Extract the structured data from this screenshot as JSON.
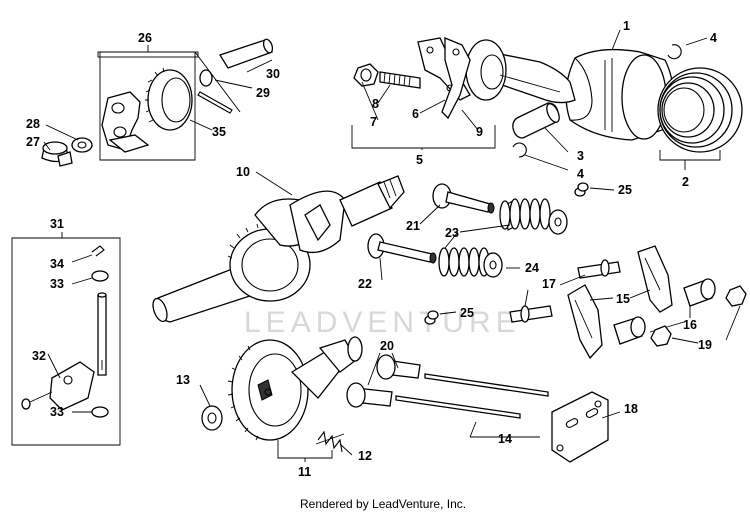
{
  "diagram": {
    "watermark": "LEADVENTURE",
    "footer": "Rendered by LeadVenture, Inc.",
    "callouts": [
      {
        "id": "c1",
        "text": "1"
      },
      {
        "id": "c2",
        "text": "2"
      },
      {
        "id": "c3",
        "text": "3"
      },
      {
        "id": "c4a",
        "text": "4"
      },
      {
        "id": "c4b",
        "text": "4"
      },
      {
        "id": "c5",
        "text": "5"
      },
      {
        "id": "c6",
        "text": "6"
      },
      {
        "id": "c7",
        "text": "7"
      },
      {
        "id": "c8",
        "text": "8"
      },
      {
        "id": "c9",
        "text": "9"
      },
      {
        "id": "c10",
        "text": "10"
      },
      {
        "id": "c11",
        "text": "11"
      },
      {
        "id": "c12",
        "text": "12"
      },
      {
        "id": "c13",
        "text": "13"
      },
      {
        "id": "c14",
        "text": "14"
      },
      {
        "id": "c15",
        "text": "15"
      },
      {
        "id": "c16",
        "text": "16"
      },
      {
        "id": "c17",
        "text": "17"
      },
      {
        "id": "c18",
        "text": "18"
      },
      {
        "id": "c19",
        "text": "19"
      },
      {
        "id": "c20",
        "text": "20"
      },
      {
        "id": "c21",
        "text": "21"
      },
      {
        "id": "c22",
        "text": "22"
      },
      {
        "id": "c23",
        "text": "23"
      },
      {
        "id": "c24",
        "text": "24"
      },
      {
        "id": "c25a",
        "text": "25"
      },
      {
        "id": "c25b",
        "text": "25"
      },
      {
        "id": "c26",
        "text": "26"
      },
      {
        "id": "c27",
        "text": "27"
      },
      {
        "id": "c28",
        "text": "28"
      },
      {
        "id": "c29",
        "text": "29"
      },
      {
        "id": "c30",
        "text": "30"
      },
      {
        "id": "c31",
        "text": "31"
      },
      {
        "id": "c32",
        "text": "32"
      },
      {
        "id": "c33a",
        "text": "33"
      },
      {
        "id": "c33b",
        "text": "33"
      },
      {
        "id": "c34",
        "text": "34"
      },
      {
        "id": "c35",
        "text": "35"
      }
    ]
  }
}
